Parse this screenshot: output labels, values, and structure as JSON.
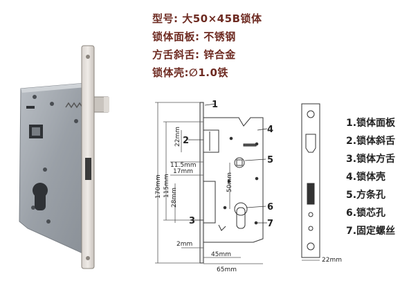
{
  "specs": [
    {
      "text": "型号: 大50×45B锁体"
    },
    {
      "text": "锁体面板: 不锈钢"
    },
    {
      "text": "方舌斜舌: 锌合金"
    },
    {
      "text": "锁体壳:∅1.0铁"
    }
  ],
  "legend": [
    {
      "text": "1.锁体面板"
    },
    {
      "text": "2.锁体斜舌"
    },
    {
      "text": "3.锁体方舌"
    },
    {
      "text": "4.锁体壳"
    },
    {
      "text": "5.方条孔"
    },
    {
      "text": "6.锁芯孔"
    },
    {
      "text": "7.固定螺丝"
    }
  ],
  "callouts": [
    "1",
    "2",
    "3",
    "4",
    "5",
    "6",
    "7"
  ],
  "dimensions": {
    "d22": "22mm",
    "d11_5": "11.5mm",
    "d17": "17mm",
    "d28": "28mm",
    "d170": "170mm",
    "d115": "115mm",
    "d50": "50mm",
    "d2": "2mm",
    "d45": "45mm",
    "d65": "65mm",
    "faceplate_width": "22mm"
  },
  "colors": {
    "spec_text": "#6e2b22",
    "legend_text": "#222222",
    "line": "#333333"
  }
}
